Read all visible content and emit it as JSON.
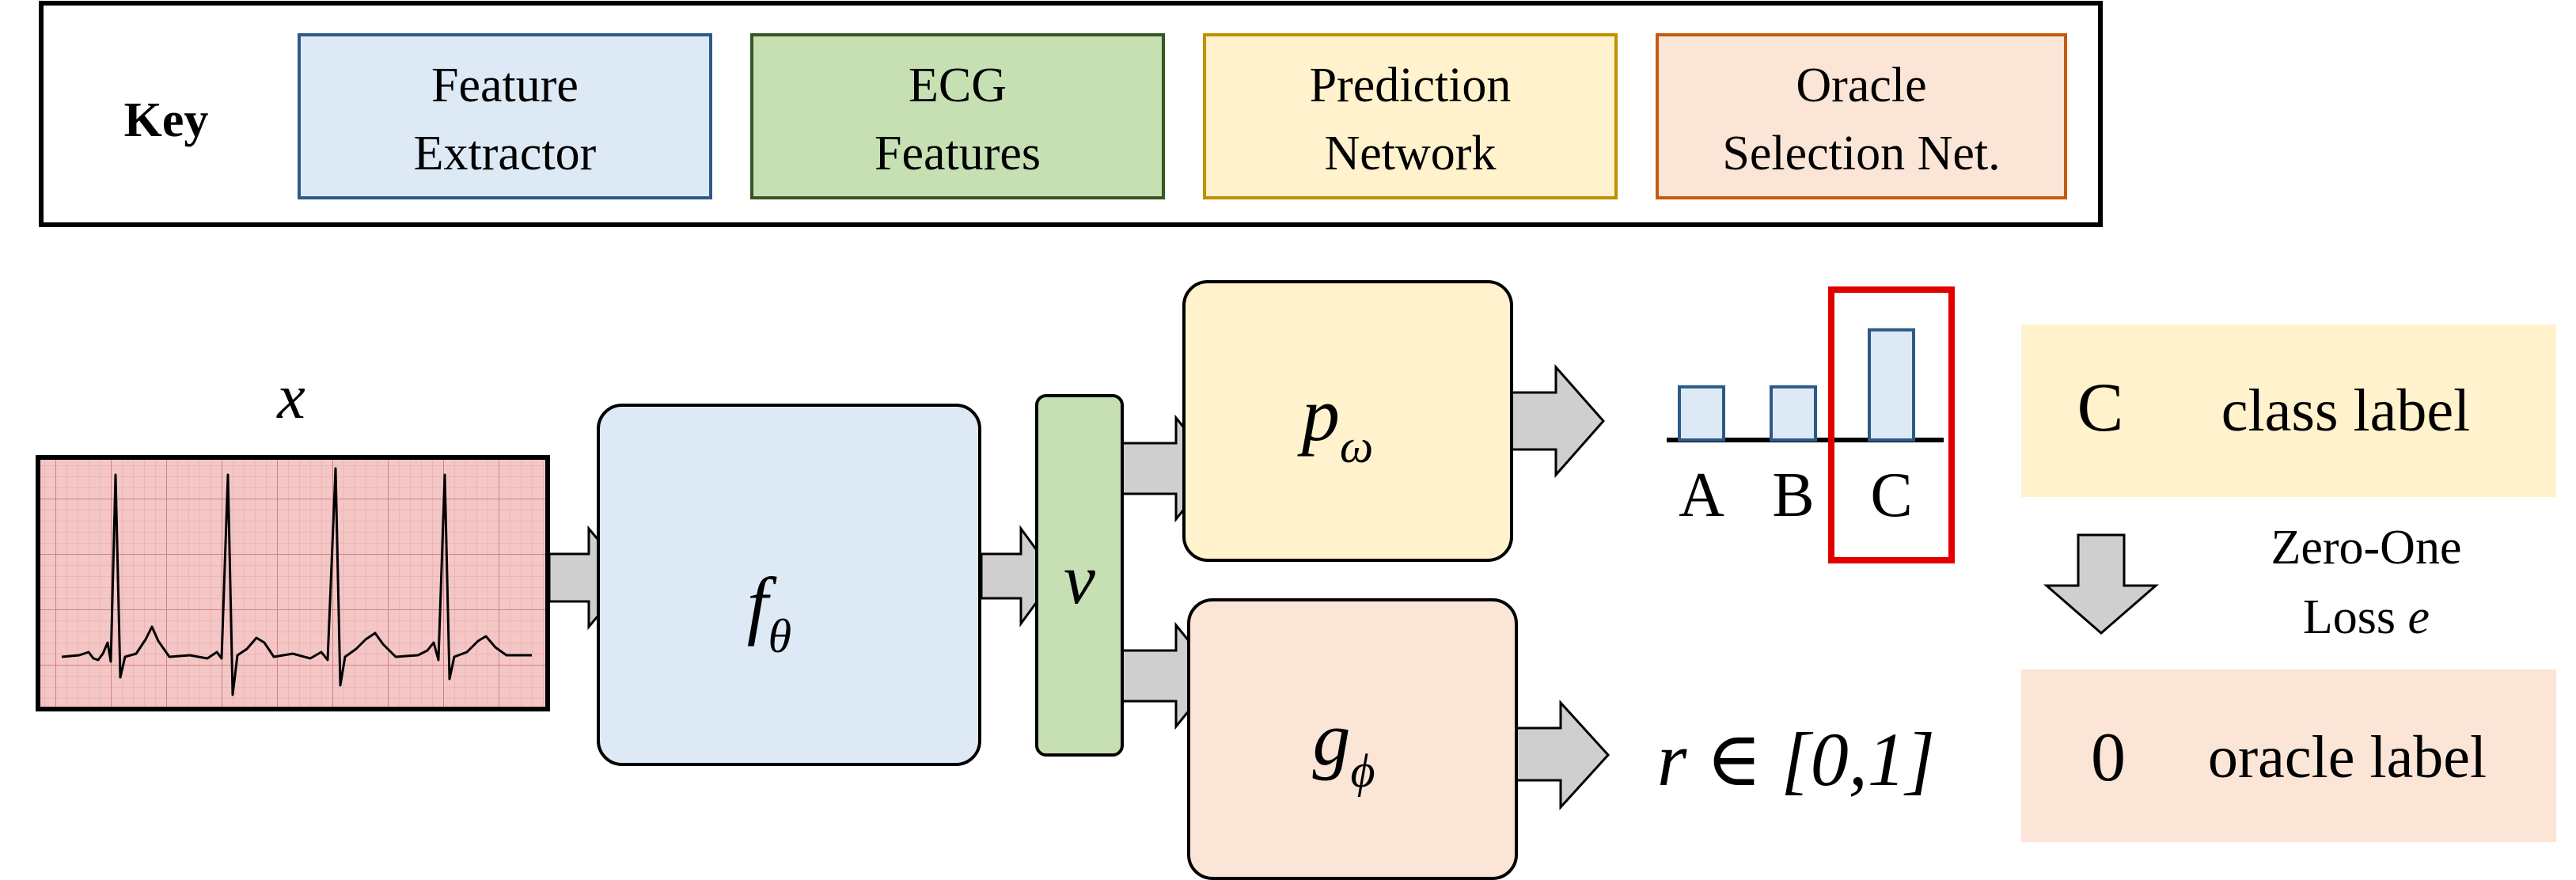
{
  "key": {
    "title": "Key",
    "items": [
      {
        "line1": "Feature",
        "line2": "Extractor",
        "fill": "#dde9f5",
        "stroke": "#2e5a87"
      },
      {
        "line1": "ECG",
        "line2": "Features",
        "fill": "#c6e0b4",
        "stroke": "#375623"
      },
      {
        "line1": "Prediction",
        "line2": "Network",
        "fill": "#fff2cc",
        "stroke": "#bf9000"
      },
      {
        "line1": "Oracle",
        "line2": "Selection Net.",
        "fill": "#fbe5d6",
        "stroke": "#c55a11"
      }
    ]
  },
  "input": {
    "label": "x"
  },
  "nodes": {
    "feature_extractor": {
      "symbol": "f",
      "subscript": "θ"
    },
    "features": {
      "symbol": "v"
    },
    "prediction": {
      "symbol": "p",
      "subscript": "ω"
    },
    "selection": {
      "symbol": "g",
      "subscript": "ϕ"
    }
  },
  "prediction_output": {
    "classes": [
      "A",
      "B",
      "C"
    ],
    "probabilities": [
      0.28,
      0.28,
      0.58
    ],
    "selected_index": 2
  },
  "selection_output": {
    "label": "r  ∈ [0,1]"
  },
  "class_label": {
    "value": "C",
    "text": "class label"
  },
  "loss": {
    "line1": "Zero-One",
    "line2_prefix": "Loss ",
    "line2_symbol": "e"
  },
  "oracle_label": {
    "value": "0",
    "text": "oracle label"
  },
  "colors": {
    "ecg_fill": "#f4c6c6",
    "ecg_grid": "#d98b8b",
    "arrow_fill": "#cfcfcf",
    "arrow_stroke": "#000000",
    "highlight": "#e00000",
    "bar_fill": "#dde9f5",
    "bar_stroke": "#2e5a87",
    "class_label_bg": "#fff2cc",
    "oracle_label_bg": "#fbe5d6"
  }
}
